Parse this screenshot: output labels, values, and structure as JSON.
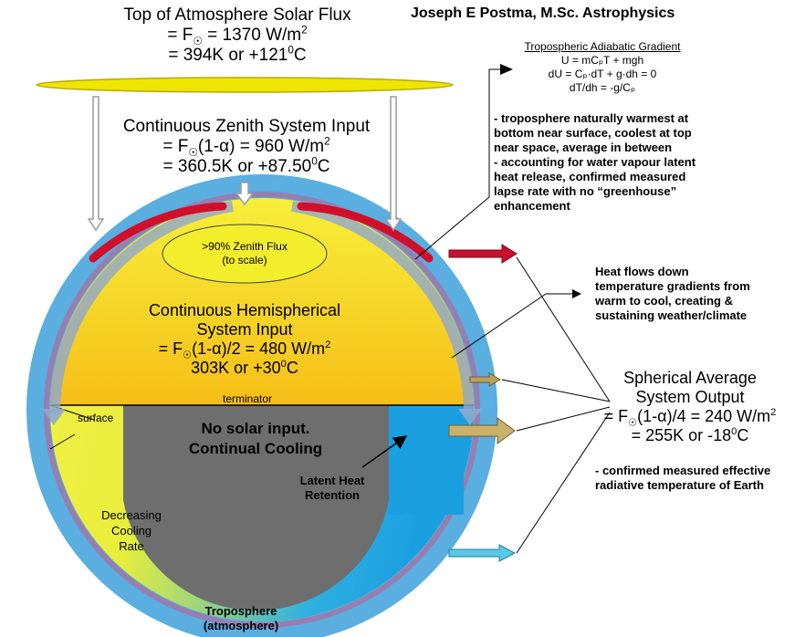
{
  "colors": {
    "troposphere": "#5aaee0",
    "red_band": "#c8102e",
    "disc_yellow": "#f2e600",
    "disc_orange": "#f08a00",
    "dark_core": "#6e6e6e",
    "latent_blue": "#1aa0e0",
    "arrow_red": "#c8102e",
    "arrow_gold": "#b8a060",
    "arrow_cyan": "#5bc8e8"
  },
  "author": "Joseph E Postma, M.Sc. Astrophysics",
  "toa": {
    "title": "Top of Atmosphere Solar Flux",
    "l2_pre": "= F",
    "l2_sub": "☉",
    "l2_post": " = 1370 W/m",
    "l2_sup": "2",
    "l3_pre": "= 394K or +121",
    "l3_sup": "0",
    "l3_post": "C"
  },
  "zenith_input": {
    "title": "Continuous Zenith System Input",
    "l2_pre": "= F",
    "l2_sub": "☉",
    "l2_post": "(1-α) = 960 W/m",
    "l2_sup": "2",
    "l3_pre": "= 360.5K or +87.50",
    "l3_sup": "0",
    "l3_post": "C"
  },
  "zenith_flux": {
    "line1": ">90% Zenith Flux",
    "line2": "(to scale)"
  },
  "hemispherical": {
    "line1": "Continuous Hemispherical",
    "line2": "System Input",
    "l3_pre": "= F",
    "l3_sub": "☉",
    "l3_post": "(1-α)/2 = 480 W/m",
    "l3_sup": "2",
    "l4_pre": "303K or +30",
    "l4_sup": "0",
    "l4_post": "C"
  },
  "labels": {
    "terminator": "terminator",
    "surface": "surface",
    "no_solar_1": "No solar input.",
    "no_solar_2": "Continual Cooling",
    "latent_1": "Latent Heat",
    "latent_2": "Retention",
    "decreasing_1": "Decreasing",
    "decreasing_2": "Cooling",
    "decreasing_3": "Rate",
    "tropo_1": "Troposphere",
    "tropo_2": "(atmosphere)"
  },
  "adiabatic": {
    "title": "Tropospheric Adiabatic Gradient",
    "eq1": "U = mCₚT + mgh",
    "eq2": "dU = Cₚ·dT + g·dh = 0",
    "eq3": "dT/dh = -g/Cₚ",
    "notes": [
      "- troposphere naturally warmest at",
      "bottom near surface, coolest at top",
      "near space, average in between",
      "- accounting for water vapour latent",
      "heat release, confirmed measured",
      "lapse rate with no “greenhouse”",
      "enhancement"
    ]
  },
  "heat_flows": [
    "Heat flows down",
    "temperature gradients from",
    "warm to cool, creating &",
    "sustaining weather/climate"
  ],
  "spherical_output": {
    "line1": "Spherical Average",
    "line2": "System Output",
    "l3_pre": "= F",
    "l3_sub": "☉",
    "l3_post": "(1-α)/4 = 240 W/m",
    "l3_sup": "2",
    "l4_pre": "= 255K or -18",
    "l4_sup": "0",
    "l4_post": "C",
    "note1": "- confirmed measured effective",
    "note2": "radiative temperature of Earth"
  }
}
